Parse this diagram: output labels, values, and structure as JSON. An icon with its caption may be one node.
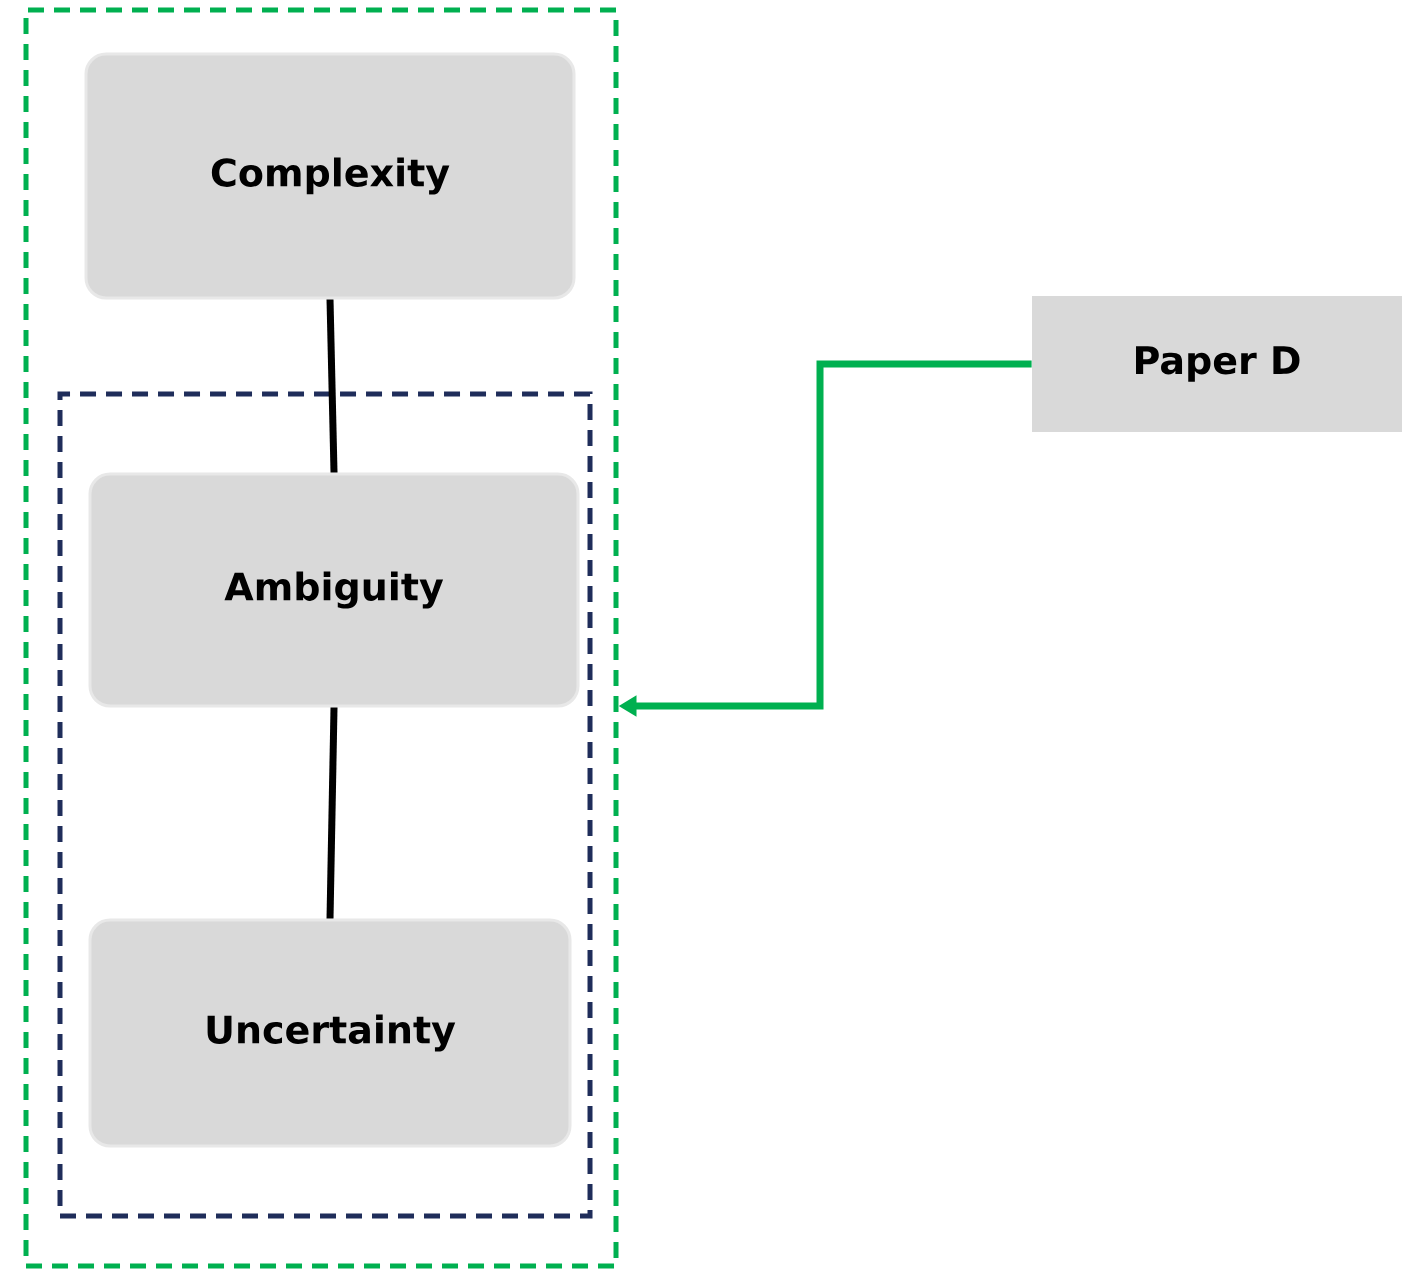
{
  "diagram": {
    "nodes": [
      {
        "text": [],
        "shape": "box"
      },
      {
        "text": [
          "Complexity"
        ],
        "in": 0
      },
      {
        "text": [],
        "shape": "box",
        "in": 0
      },
      {
        "text": [
          "Ambiguity"
        ],
        "in": 2
      },
      {
        "text": [
          "Uncertainty"
        ],
        "in": 2
      },
      {
        "text": [
          "Paper D"
        ]
      }
    ],
    "edges": [
      {
        "from": 1,
        "to": 3,
        "arrow": "none"
      },
      {
        "from": 3,
        "to": 4,
        "arrow": "none"
      },
      {
        "from": 5,
        "to": 0,
        "arrow": "to",
        "color": "#00b050"
      }
    ]
  }
}
